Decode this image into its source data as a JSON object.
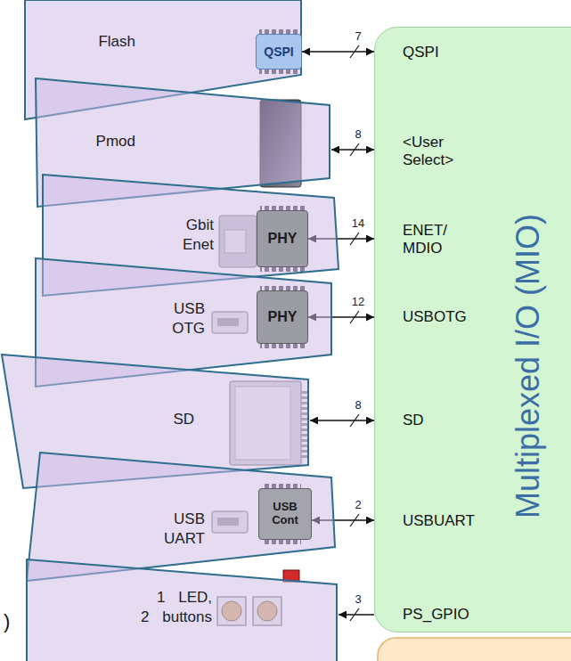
{
  "diagram": {
    "nodes": [
      {
        "text": [
          "Flash"
        ]
      },
      {
        "text": [
          "QSPI"
        ],
        "in": 0
      },
      {
        "text": [
          "Pmod"
        ]
      },
      {
        "text": [
          "Gbit Enet"
        ]
      },
      {
        "text": [
          "PHY"
        ],
        "in": 3
      },
      {
        "text": [
          "USB OTG"
        ]
      },
      {
        "text": [
          "PHY"
        ],
        "in": 5
      },
      {
        "text": [
          "SD"
        ]
      },
      {
        "text": [
          "USB UART"
        ]
      },
      {
        "text": [
          "USB Cont"
        ],
        "in": 8
      },
      {
        "text": [
          "1 LED, 2 buttons"
        ]
      },
      {
        "text": [
          "Multiplexed I/O (MIO)"
        ]
      }
    ],
    "edges": [
      {
        "from": 1,
        "to": 11,
        "label": "7",
        "arrow": "both"
      },
      {
        "from": 2,
        "to": 11,
        "label": "8",
        "arrow": "both"
      },
      {
        "from": 4,
        "to": 11,
        "label": "14",
        "arrow": "both"
      },
      {
        "from": 6,
        "to": 11,
        "label": "12",
        "arrow": "both"
      },
      {
        "from": 7,
        "to": 11,
        "label": "8",
        "arrow": "both"
      },
      {
        "from": 9,
        "to": 11,
        "label": "2",
        "arrow": "both"
      },
      {
        "from": 11,
        "to": 10,
        "label": "3",
        "arrow": "to"
      }
    ],
    "labels": [
      "QSPI",
      "<User Select>",
      "ENET/ MDIO",
      "USBOTG",
      "SD",
      "USBUART",
      "PS_GPIO",
      ")"
    ]
  }
}
